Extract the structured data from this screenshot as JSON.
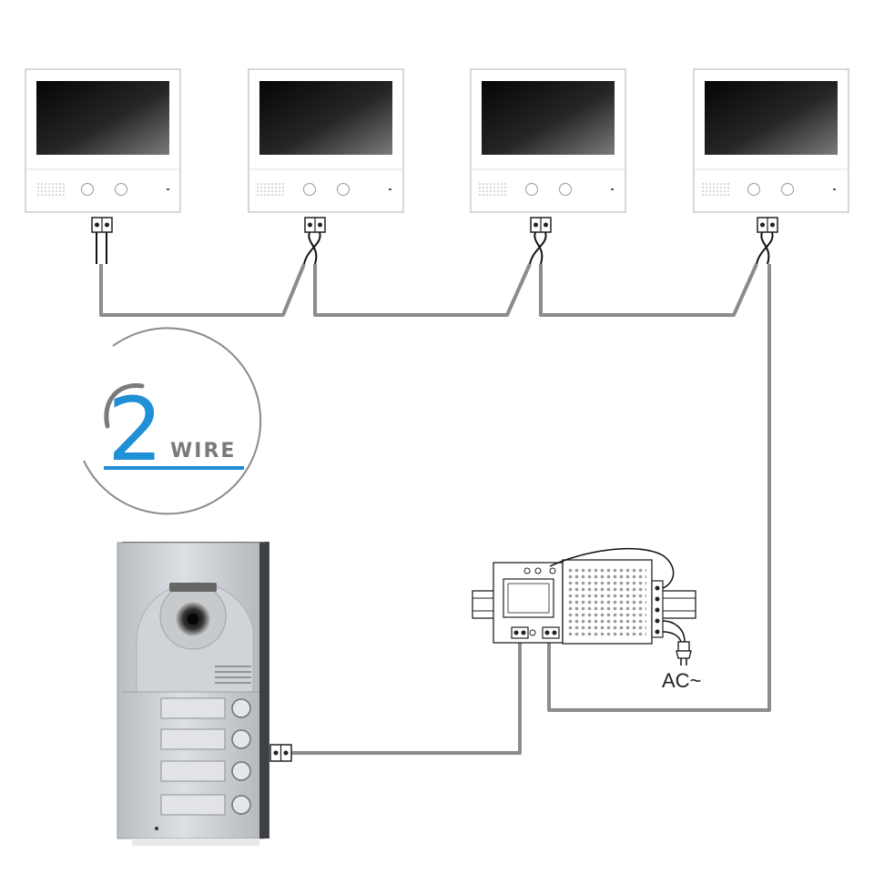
{
  "logo": {
    "number": "2",
    "word": "WIRE",
    "color_blue": "#1f8fd6",
    "color_gray": "#7a7a7a"
  },
  "power_supply": {
    "ac_label": "AC~"
  },
  "monitors": [
    {
      "id": 1
    },
    {
      "id": 2
    },
    {
      "id": 3
    },
    {
      "id": 4
    }
  ],
  "door_station": {
    "call_buttons": 4
  },
  "colors": {
    "wire": "#8c8c8c",
    "panel_silver": "#c9ccd0",
    "panel_frame": "#5a5c60",
    "screen": "#1a1a1a"
  }
}
